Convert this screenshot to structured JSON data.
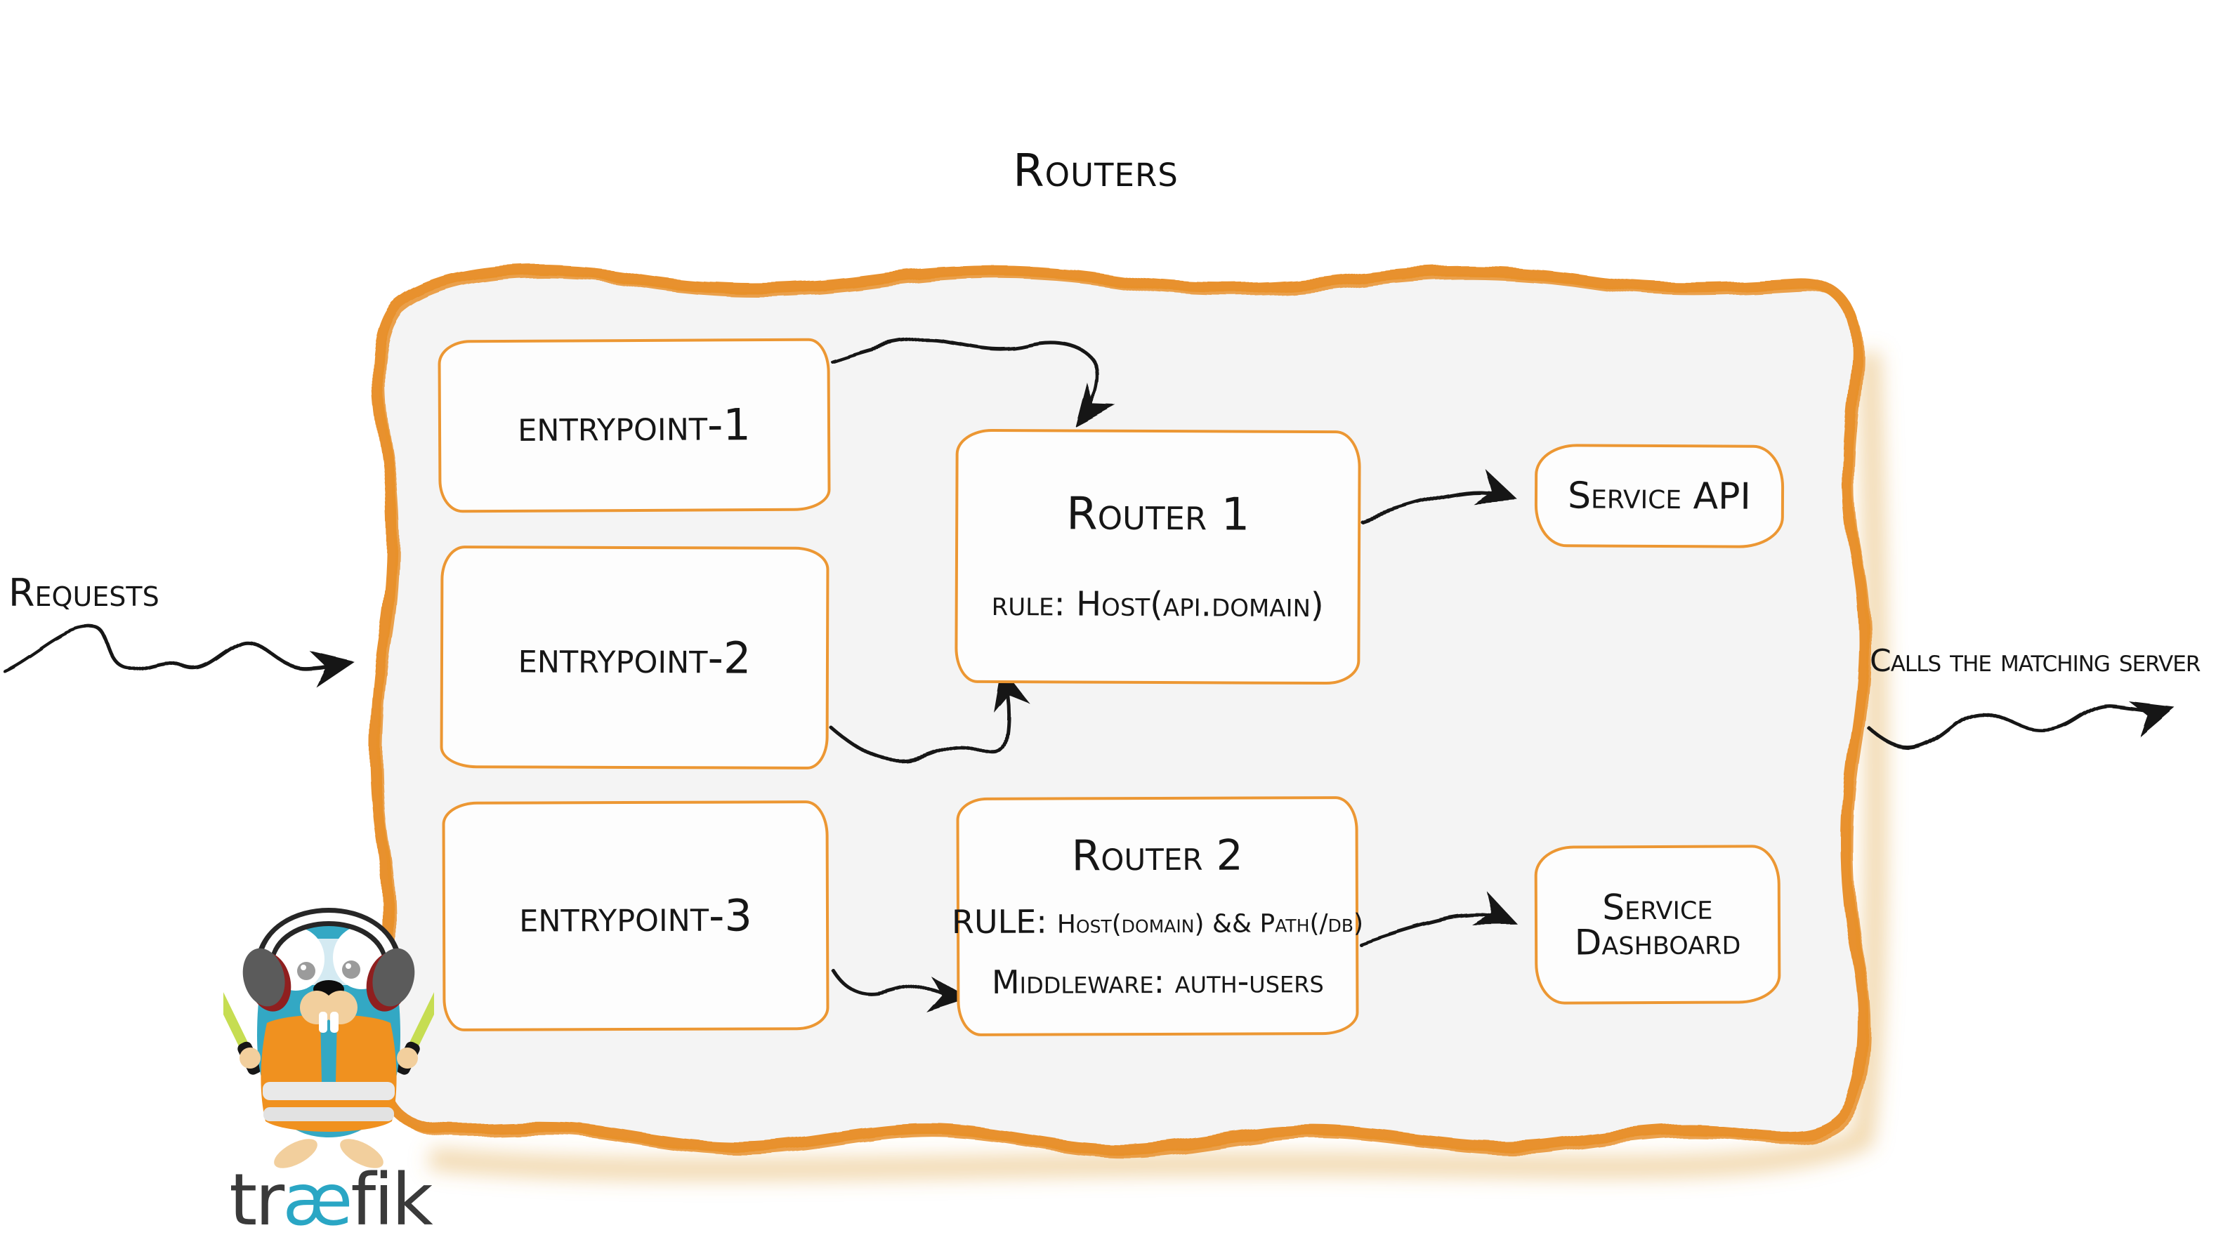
{
  "title": "Routers",
  "annotations": {
    "requests": "Requests",
    "calls_matching_server": "Calls the matching server"
  },
  "entrypoints": [
    {
      "label": "entrypoint-1"
    },
    {
      "label": "entrypoint-2"
    },
    {
      "label": "entrypoint-3"
    }
  ],
  "routers": [
    {
      "name": "Router 1",
      "rule_label": "rule:",
      "rule_value": "Host(api.domain)"
    },
    {
      "name": "Router 2",
      "rule_label": "RULE:",
      "rule_value": "Host(domain) && Path(/db)",
      "middleware": "Middleware: auth-users"
    }
  ],
  "services": [
    {
      "label": "Service API"
    },
    {
      "line1": "Service",
      "line2": "Dashboard"
    }
  ],
  "logo": {
    "part1": "tr",
    "part2": "æ",
    "part3": "fik"
  },
  "colors": {
    "container_border": "#e8912d",
    "container_fill": "#f4f4f4",
    "node_border": "#ec9733",
    "node_fill": "#fdfdfd",
    "ink": "#161616",
    "gopher_teal": "#33a8c4",
    "vest_orange": "#f0911f",
    "baton_green": "#c6dd52",
    "muzzle_tan": "#f2cf9d",
    "earcup_gray": "#5b5b5b",
    "earcup_red": "#8f1f1f",
    "wordmark_gray": "#3a3a3a",
    "wordmark_blue": "#2aa6c4"
  }
}
